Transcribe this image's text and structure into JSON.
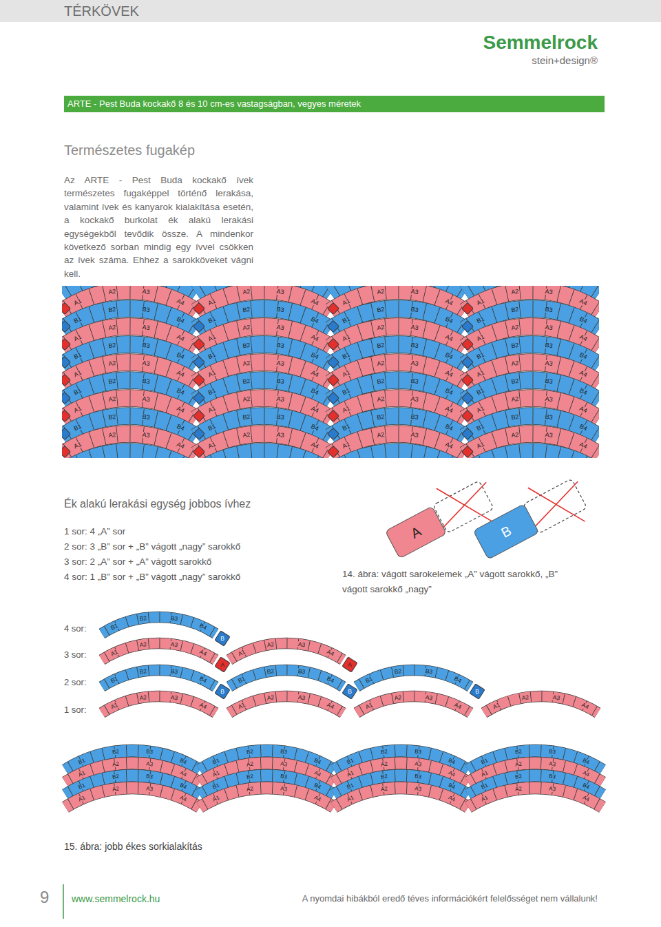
{
  "diagram": {
    "title": "Természetes fugakép",
    "caption": "15. ábra: jobb ékes sorkialakítás",
    "nodes": [
      {
        "text": [
          "ARTE - Pest Buda kockakő 8 és 10 cm-es vastagságban, vegyes méretek"
        ]
      },
      {
        "text": [
          "A"
        ]
      },
      {
        "text": [
          "B"
        ]
      }
    ],
    "labels": [
      "TÉRKÖVEK",
      "Semmelrock",
      "stein+design®",
      "Az ARTE - Pest Buda kockakő ívek természetes fugaképpel történő lerakása, valamint ívek és kanyarok kialakítása esetén, a kockakő burkolat ék alakú lerakási egységekből tevődik össze. A mindenkor következő sorban mindig egy ívvel csökken az ívek száma. Ehhez a sarokköveket vágni kell.",
      "Ék alakú lerakási egység jobbos ívhez",
      "1 sor: 4 „A” sor",
      "2 sor: 3 „B” sor + „B” vágott „nagy” sarokkő",
      "3 sor: 2 „A” sor + „A” vágott sarokkő",
      "4 sor: 1 „B” sor + „B” vágott „nagy” sarokkő",
      "14. ábra: vágott sarokelemek „A” vágott sarokkő, „B” vágott sarokkő „nagy”",
      "4 sor:",
      "3 sor:",
      "2 sor:",
      "1 sor:",
      "9",
      "www.semmelrock.hu",
      "A nyomdai hibákból eredő téves információkért felelősséget nem vállalunk!",
      "A1",
      "A2",
      "A3",
      "A4",
      "B1",
      "B2",
      "B3",
      "B4",
      "A1",
      "A2",
      "A3",
      "A4",
      "B1",
      "B2",
      "B3",
      "B4",
      "A1",
      "A2",
      "A3",
      "A4",
      "B1",
      "B2",
      "B3",
      "B4",
      "A1",
      "A2",
      "A3",
      "A4",
      "B1",
      "B2",
      "B3",
      "B4",
      "A1",
      "A2",
      "A3",
      "A4",
      "A1",
      "A2",
      "A3",
      "A4",
      "B1",
      "B2",
      "B3",
      "B4",
      "A1",
      "A2",
      "A3",
      "A4",
      "B1",
      "B2",
      "B3",
      "B4",
      "A1",
      "A2",
      "A3",
      "A4",
      "B1",
      "B2",
      "B3",
      "B4",
      "A1",
      "A2",
      "A3",
      "A4",
      "B1",
      "B2",
      "B3",
      "B4",
      "A1",
      "A2",
      "A3",
      "A4",
      "A1",
      "A2",
      "A3",
      "A4",
      "B1",
      "B2",
      "B3",
      "B4",
      "A1",
      "A2",
      "A3",
      "A4",
      "B1",
      "B2",
      "B3",
      "B4",
      "A1",
      "A2",
      "A3",
      "A4",
      "B1",
      "B2",
      "B3",
      "B4",
      "A1",
      "A2",
      "A3",
      "A4",
      "B1",
      "B2",
      "B3",
      "B4",
      "A1",
      "A2",
      "A3",
      "A4",
      "A1",
      "A2",
      "A3",
      "A4",
      "B1",
      "B2",
      "B3",
      "B4",
      "A1",
      "A2",
      "A3",
      "A4",
      "B1",
      "B2",
      "B3",
      "B4",
      "A1",
      "A2",
      "A3",
      "A4",
      "B1",
      "B2",
      "B3",
      "B4",
      "A1",
      "A2",
      "A3",
      "A4",
      "B1",
      "B2",
      "B3",
      "B4",
      "A1",
      "A2",
      "A3",
      "A4",
      "B1",
      "B2",
      "B3",
      "B4",
      "B",
      "A1",
      "A2",
      "A3",
      "A4",
      "A",
      "A1",
      "A2",
      "A3",
      "A4",
      "A",
      "B1",
      "B2",
      "B3",
      "B4",
      "B",
      "B1",
      "B2",
      "B3",
      "B4",
      "B",
      "B1",
      "B2",
      "B3",
      "B4",
      "B",
      "A1",
      "A2",
      "A3",
      "A4",
      "A1",
      "A2",
      "A3",
      "A4",
      "A1",
      "A2",
      "A3",
      "A4",
      "A1",
      "A2",
      "A3",
      "A4",
      "B1",
      "B2",
      "B3",
      "B4",
      "A1",
      "A2",
      "A3",
      "A4",
      "B1",
      "B2",
      "B3",
      "B4",
      "A1",
      "A2",
      "A3",
      "A4",
      "B1",
      "B2",
      "B3",
      "B4",
      "A1",
      "A2",
      "A3",
      "A4",
      "B1",
      "B2",
      "B3",
      "B4",
      "A1",
      "A2",
      "A3",
      "A4",
      "B1",
      "B2",
      "B3",
      "B4",
      "A1",
      "A2",
      "A3",
      "A4",
      "B1",
      "B2",
      "B3",
      "B4",
      "A1",
      "A2",
      "A3",
      "A4",
      "B1",
      "B2",
      "B3",
      "B4",
      "A1",
      "A2",
      "A3",
      "A4",
      "B1",
      "B2",
      "B3",
      "B4",
      "A1",
      "A2",
      "A3",
      "A4"
    ]
  }
}
